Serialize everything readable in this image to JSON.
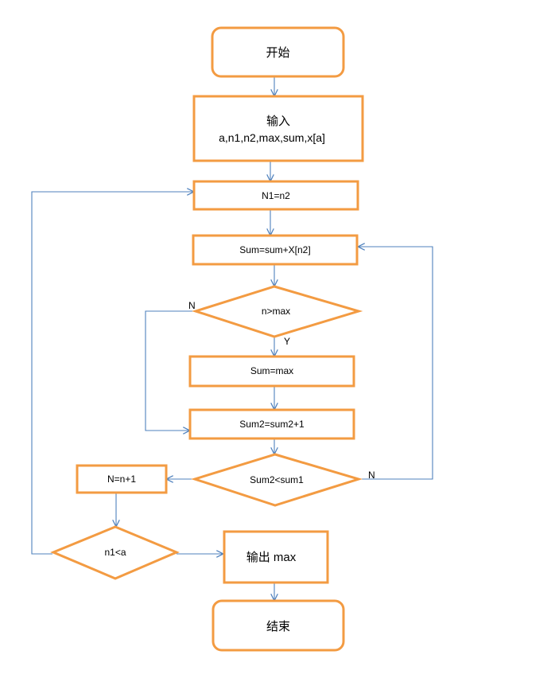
{
  "nodes": {
    "start": "开始",
    "input_title": "输入",
    "input_vars": "a,n1,n2,max,sum,x[a]",
    "assign_n1": "N1=n2",
    "sum_update": "Sum=sum+X[n2]",
    "cond_max": "n>max",
    "set_sum_max": "Sum=max",
    "sum2_incr": "Sum2=sum2+1",
    "cond_sum2": "Sum2<sum1",
    "n_incr": "N=n+1",
    "cond_n1": "n1<a",
    "output": "输出 max",
    "end": "结束"
  },
  "edge_labels": {
    "max_no": "N",
    "max_yes": "Y",
    "sum2_no": "N"
  },
  "colors": {
    "node_border": "#F39B42",
    "connector": "#4F81BD"
  }
}
